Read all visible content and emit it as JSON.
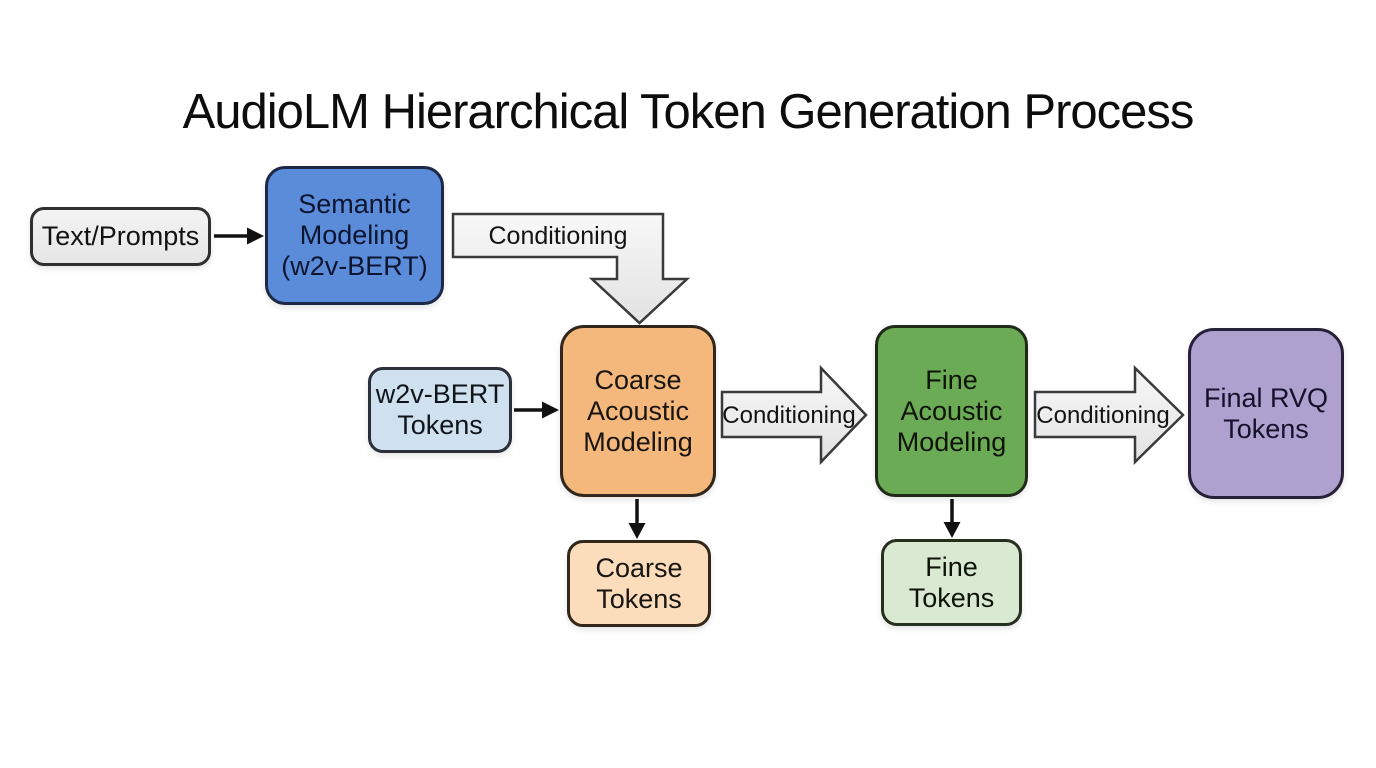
{
  "title": "AudioLM Hierarchical Token Generation Process",
  "colors": {
    "background": "#ffffff",
    "semantic_blue": "#5b8cd9",
    "w2v_light_blue": "#cfe0ee",
    "coarse_orange": "#f4b77c",
    "coarse_tokens_peach": "#fbdcbb",
    "fine_green": "#6cab55",
    "fine_tokens_light_green": "#d9e9d2",
    "final_purple": "#aea1cf",
    "prompt_gray": "#ececec",
    "arrow_gray_fill": "#ededed",
    "stroke_dark": "#2b2b2b"
  },
  "nodes": {
    "text_prompts": {
      "label": "Text/Prompts"
    },
    "semantic_modeling": {
      "lines": [
        "Semantic",
        "Modeling",
        "(w2v-BERT)"
      ]
    },
    "w2v_bert_tokens": {
      "lines": [
        "w2v-BERT",
        "Tokens"
      ]
    },
    "coarse_acoustic_modeling": {
      "lines": [
        "Coarse",
        "Acoustic",
        "Modeling"
      ]
    },
    "coarse_tokens": {
      "lines": [
        "Coarse",
        "Tokens"
      ]
    },
    "fine_acoustic_modeling": {
      "lines": [
        "Fine",
        "Acoustic",
        "Modeling"
      ]
    },
    "fine_tokens": {
      "lines": [
        "Fine",
        "Tokens"
      ]
    },
    "final_rvq_tokens": {
      "lines": [
        "Final RVQ",
        "Tokens"
      ]
    }
  },
  "connectors": {
    "conditioning_semantic_to_coarse": "Conditioning",
    "conditioning_coarse_to_fine": "Conditioning",
    "conditioning_fine_to_final": "Conditioning"
  }
}
